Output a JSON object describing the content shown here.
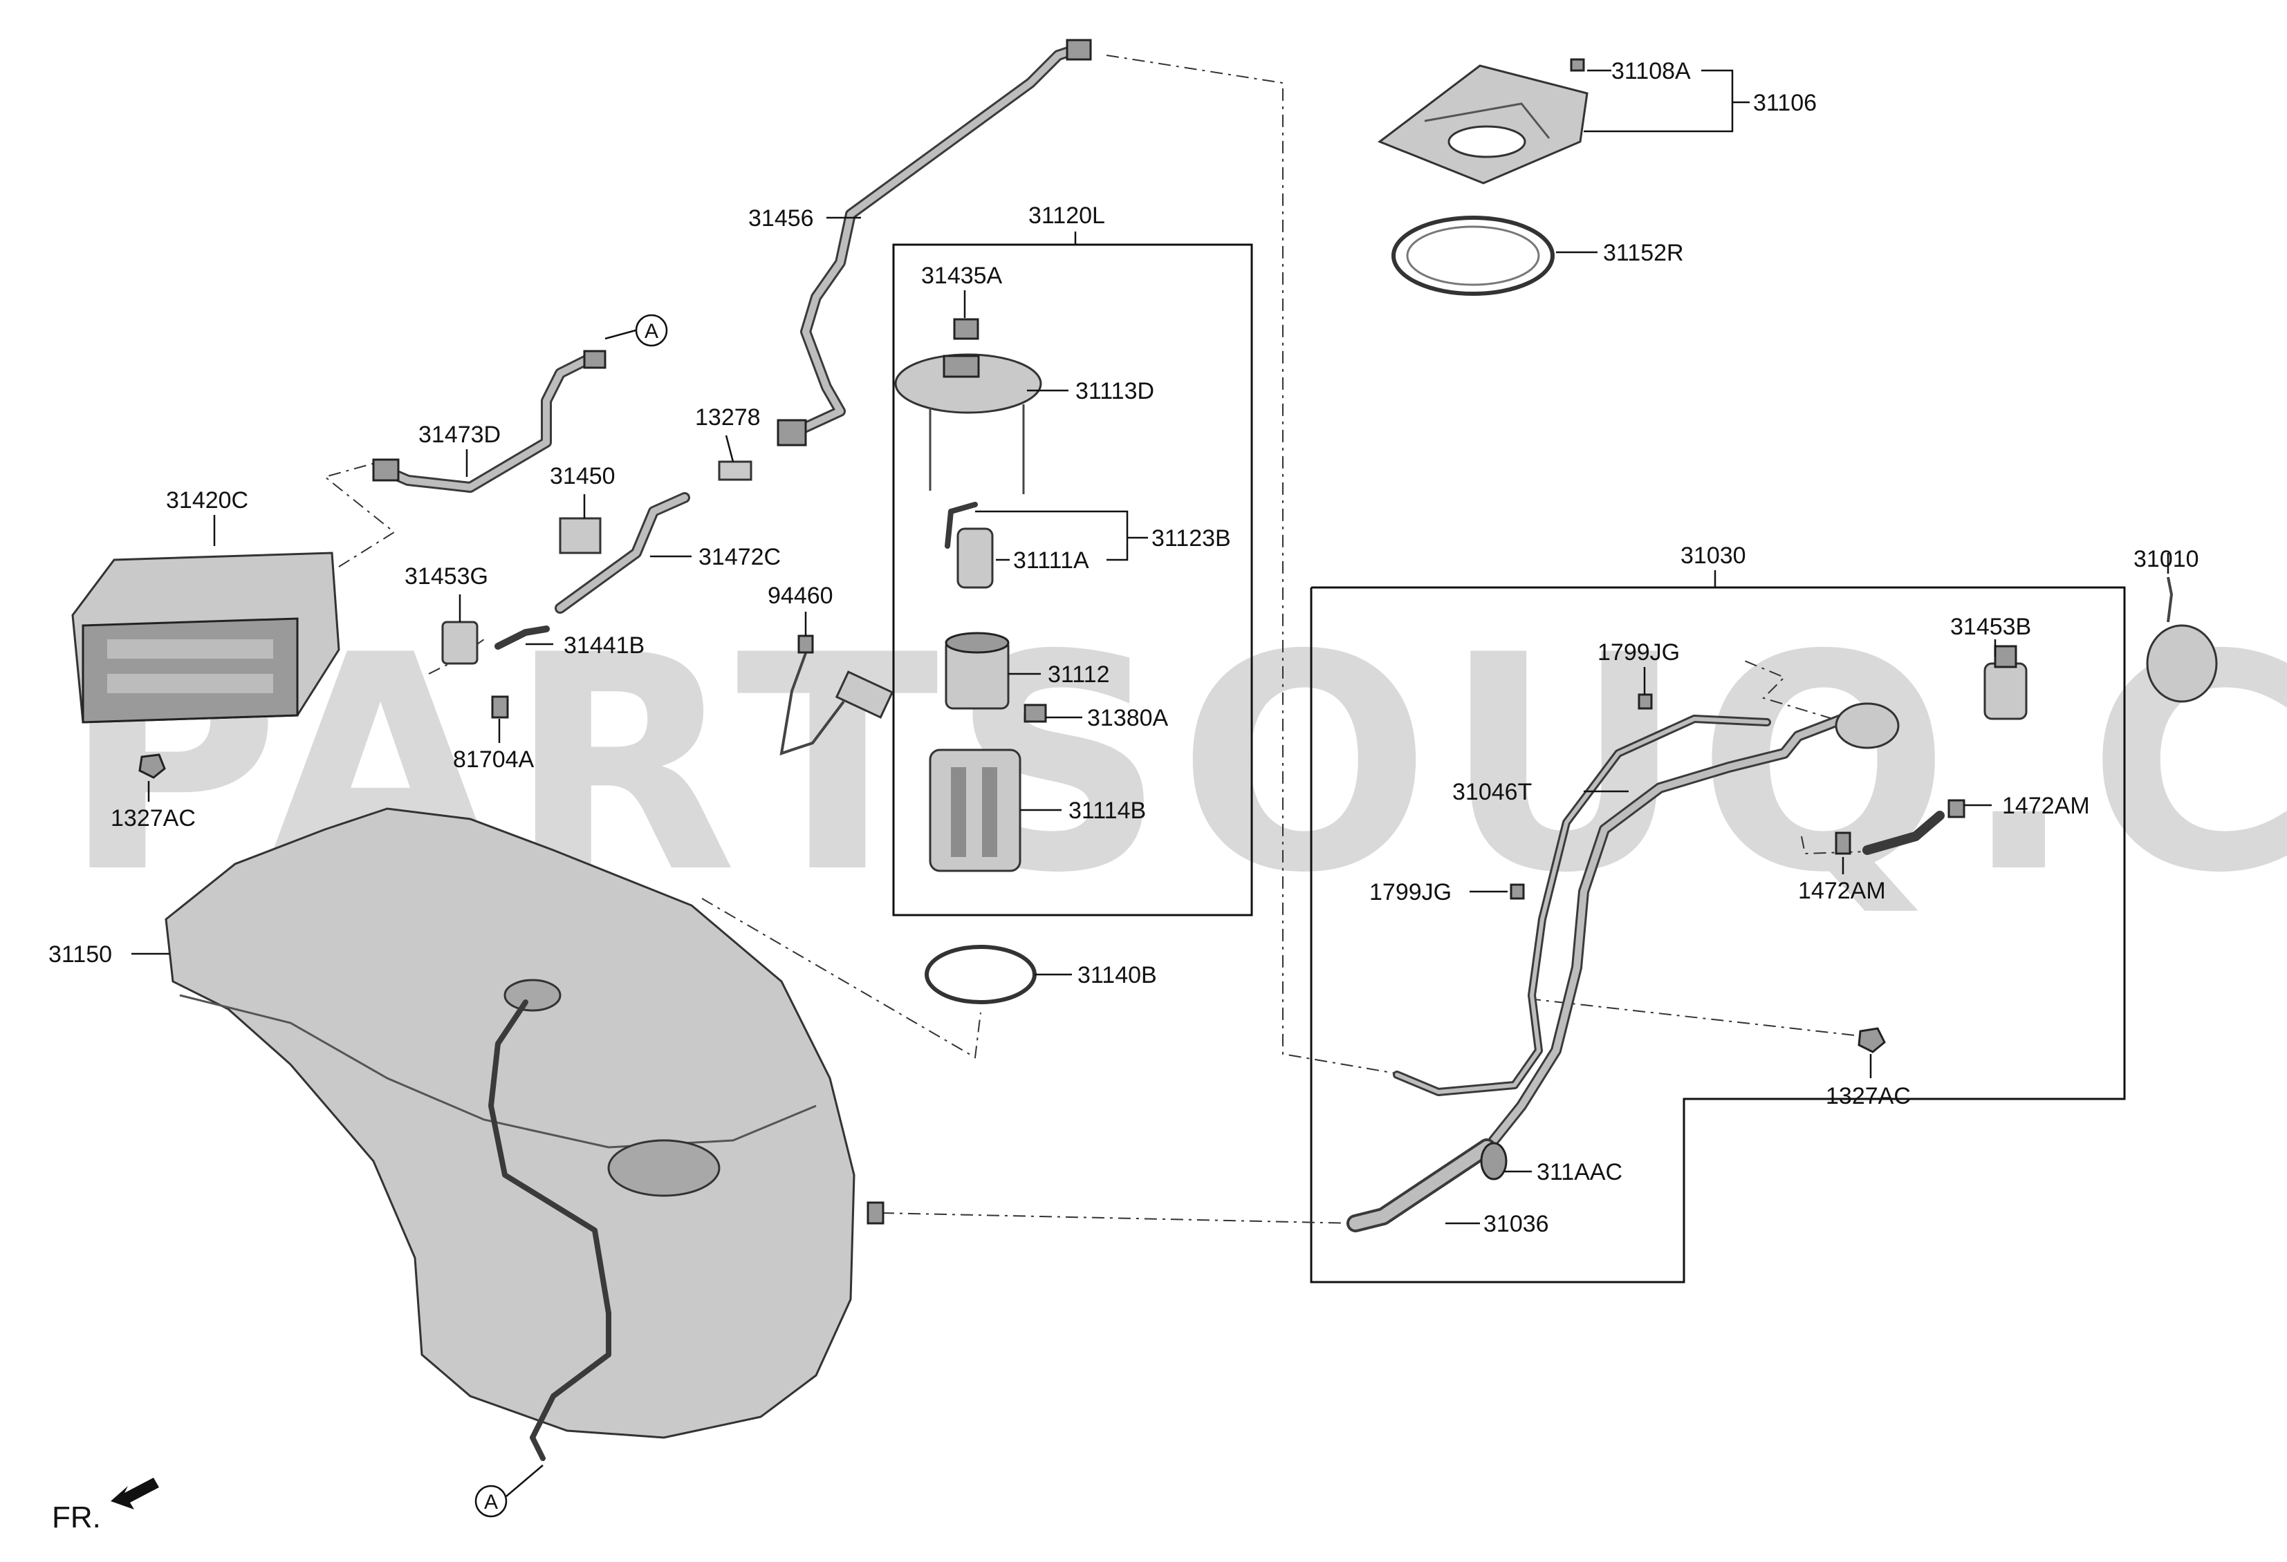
{
  "watermark": "PARTSOUQ.COM",
  "orientation_label": "FR.",
  "callout_letter": "A",
  "labels": {
    "p31108A": "31108A",
    "p31106": "31106",
    "p31152R": "31152R",
    "p31456": "31456",
    "p31120L": "31120L",
    "p31435A": "31435A",
    "p31113D": "31113D",
    "p31123B": "31123B",
    "p31111A": "31111A",
    "p31112": "31112",
    "p31380A": "31380A",
    "p31114B": "31114B",
    "p31140B": "31140B",
    "p31473D": "31473D",
    "p13278": "13278",
    "p31450": "31450",
    "p31420C": "31420C",
    "p31472C": "31472C",
    "p31453G": "31453G",
    "p31441B": "31441B",
    "p94460": "94460",
    "p81704A": "81704A",
    "p1327AC_left": "1327AC",
    "p31150": "31150",
    "p31030": "31030",
    "p31010": "31010",
    "p1799JG_top": "1799JG",
    "p31453B": "31453B",
    "p31046T": "31046T",
    "p1472AM_right": "1472AM",
    "p1799JG_mid": "1799JG",
    "p1472AM_mid": "1472AM",
    "p1327AC_right": "1327AC",
    "p311AAC": "311AAC",
    "p31036": "31036"
  }
}
